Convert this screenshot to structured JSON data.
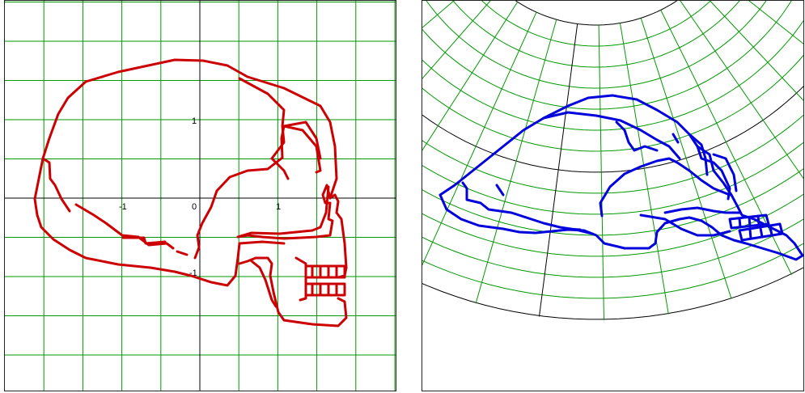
{
  "left_panel": {
    "tick_labels": {
      "x_neg1": "-1",
      "x_zero": "0",
      "x_one": "1",
      "y_one": "1",
      "y_neg1": "-1"
    },
    "colors": {
      "grid": "#009900",
      "axes": "#000000",
      "curve": "#cc0000"
    }
  },
  "right_panel": {
    "colors": {
      "grid": "#009900",
      "axes": "#000000",
      "curve": "#0000dd"
    }
  }
}
